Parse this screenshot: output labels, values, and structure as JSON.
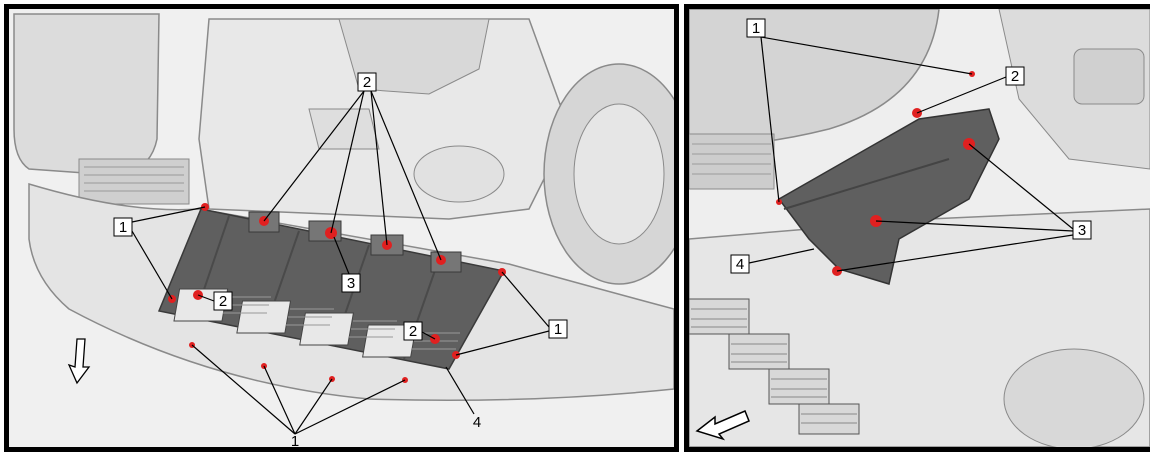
{
  "left_diagram": {
    "callouts": [
      {
        "label": "1",
        "style": "boxed"
      },
      {
        "label": "2",
        "style": "boxed"
      },
      {
        "label": "3",
        "style": "boxed"
      },
      {
        "label": "2",
        "style": "boxed"
      },
      {
        "label": "2",
        "style": "boxed"
      },
      {
        "label": "1",
        "style": "boxed"
      },
      {
        "label": "1",
        "style": "plain"
      },
      {
        "label": "4",
        "style": "plain"
      }
    ],
    "direction_arrow": "front-direction-arrow"
  },
  "right_diagram": {
    "callouts": [
      {
        "label": "1",
        "style": "boxed"
      },
      {
        "label": "2",
        "style": "boxed"
      },
      {
        "label": "3",
        "style": "boxed"
      },
      {
        "label": "4",
        "style": "boxed"
      }
    ],
    "direction_arrow": "front-direction-arrow"
  },
  "colors": {
    "shield": "#5f5f5f",
    "fastener": "#e02020",
    "body": "#e6e6e6",
    "outline": "#8a8a8a"
  }
}
